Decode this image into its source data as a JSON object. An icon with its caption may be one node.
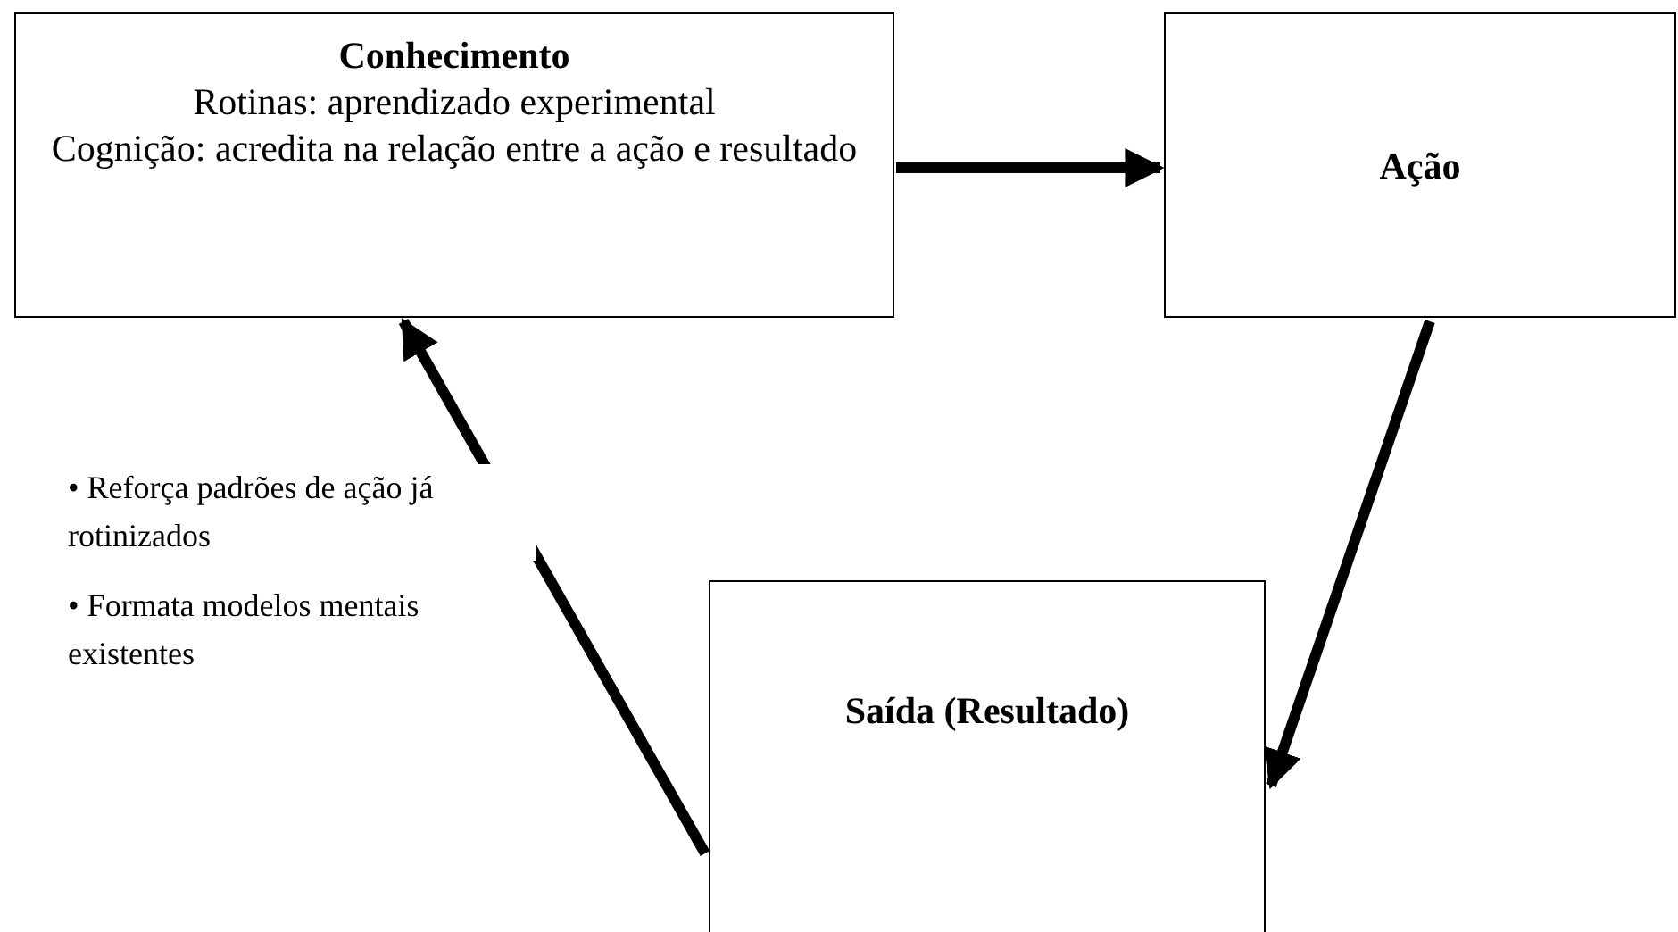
{
  "diagram": {
    "nodes": [
      {
        "text": [
          "Conhecimento",
          "Rotinas: aprendizado experimental",
          "Cognição: acredita na relação entre a ação e resultado"
        ]
      },
      {
        "text": [
          "Ação"
        ]
      },
      {
        "text": [
          "Saída (Resultado)"
        ]
      }
    ],
    "edges": [
      {
        "from": 0,
        "to": 1,
        "arrow": "to"
      },
      {
        "from": 1,
        "to": 2,
        "arrow": "to"
      },
      {
        "from": 2,
        "to": 0,
        "arrow": "to"
      }
    ],
    "labels": [
      "• Reforça padrões de ação já rotinizados",
      "• Formata modelos mentais existentes"
    ]
  }
}
